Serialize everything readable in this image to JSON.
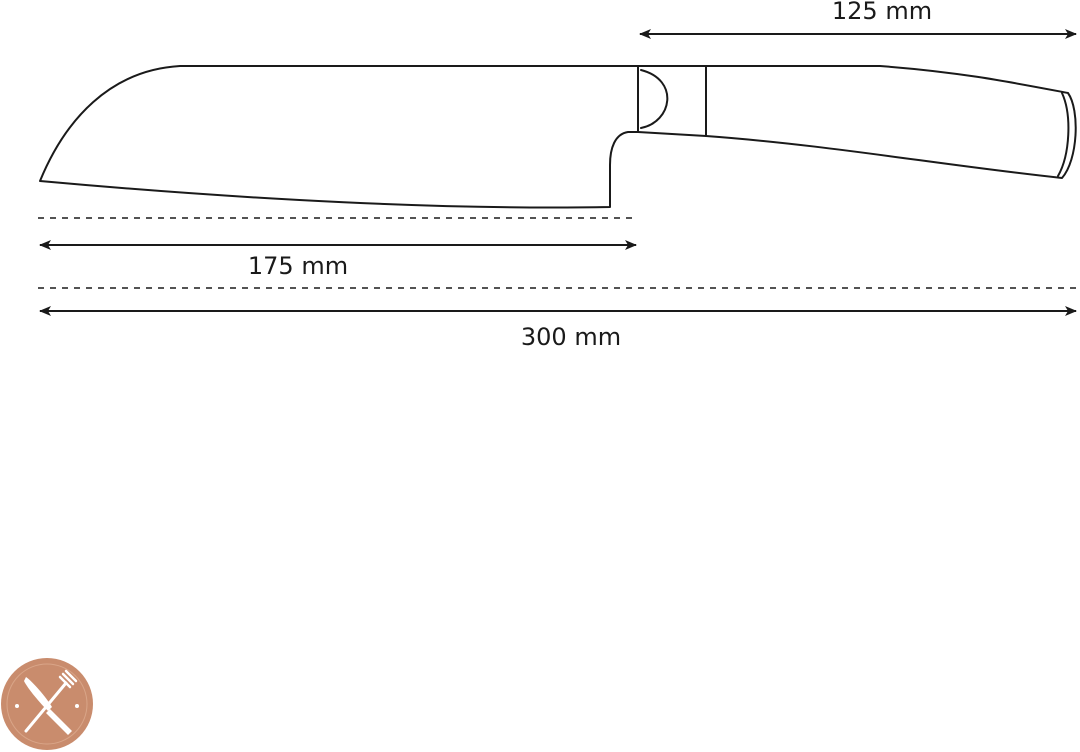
{
  "dimensions": {
    "handle_length": {
      "value": 125,
      "unit": "mm",
      "label": "125 mm"
    },
    "blade_length": {
      "value": 175,
      "unit": "mm",
      "label": "175 mm"
    },
    "total_length": {
      "value": 300,
      "unit": "mm",
      "label": "300 mm"
    }
  },
  "colors": {
    "line": "#1a1a1a",
    "badge": "#c98c6d",
    "badge_icon": "#ffffff"
  },
  "icons": [
    "knife-icon",
    "fork-icon",
    "star-icon"
  ]
}
